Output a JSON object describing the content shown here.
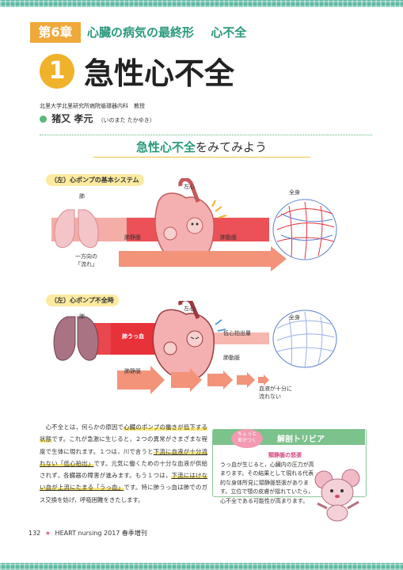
{
  "chapter": {
    "badge": "第6章",
    "title_1": "心臓の病気の最終形",
    "title_2": "心不全"
  },
  "article": {
    "number": "1",
    "title": "急性心不全",
    "affiliation": "北里大学北里研究所病院循環器内科　教授",
    "author_name": "猪又 孝元",
    "author_reading": "（いのまた たかゆき）"
  },
  "section": {
    "highlight": "急性心不全",
    "rest": "をみてみよう"
  },
  "diagram1": {
    "tag": "（左）心ポンプの基本システム",
    "lung": "肺",
    "left_heart": "左心",
    "body": "全身",
    "pulmonary_vein": "肺静脈",
    "aorta": "肺動脈",
    "oneway_1": "一方向の",
    "oneway_2": "「流れ」"
  },
  "diagram2": {
    "tag": "（左）心ポンプ不全時",
    "lung": "肺",
    "left_heart": "左心",
    "body": "全身",
    "congestion": "肺うっ血",
    "low_output": "低心拍出量",
    "aorta": "肺動脈",
    "pulmonary_vein": "肺静脈",
    "insufficient_1": "血液が十分に",
    "insufficient_2": "流れない"
  },
  "body": {
    "s1": "　心不全とは，何らかの原因で",
    "s2": "心臓のポンプの働きが低下する状態",
    "s3": "です。これが急激に生じると，２つの異常がさまざまな程度で生体に現れます。１つは，川で言うと",
    "s4": "下流に血液が十分流れない「低心拍出」",
    "s5": "です。元気に働くための十分な血液が供給されず，各臓器の障害が進みます。もう１つは，",
    "s6": "下流にはけない血が上流にたまる「うっ血」",
    "s7": "です。特に肺うっ血は肺でのガス交換を妨げ，呼吸困難をきたします。"
  },
  "trivia": {
    "badge_1": "ちょっと",
    "badge_2": "差がつく",
    "title": "解剖トリビア",
    "subtitle": "頸静脈の怒張",
    "text": "うっ血が生じると，心臓内の圧力が高まります。その結果として現れる代表的な身体所見に頸静脈怒張があります。立位で顎の皮膚が揺れていたら，心不全である可能性が高まります。"
  },
  "footer": {
    "page": "132",
    "star": "★",
    "journal": "HEART nursing 2017 春季増刊"
  },
  "colors": {
    "accent_green": "#2a9a7c",
    "badge_orange": "#efa83a",
    "number_yellow": "#f0b22b",
    "flow_red": "#e8323a",
    "arrow_salmon": "#f2937a"
  }
}
